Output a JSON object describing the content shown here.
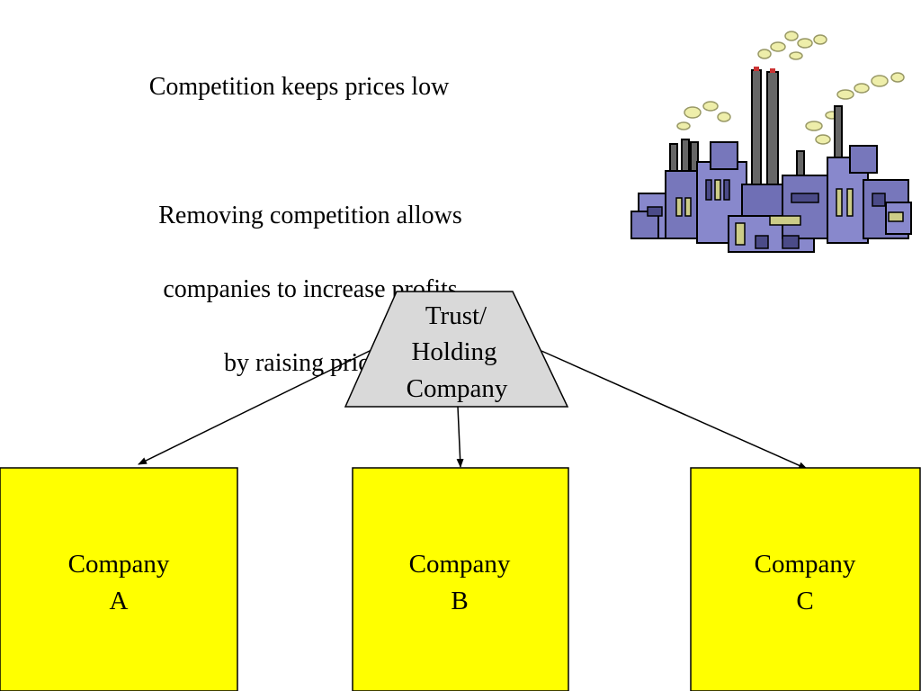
{
  "headline": "Competition keeps prices low",
  "explanation": {
    "line1": "Removing competition allows",
    "line2": "companies to increase profits",
    "line3": "by raising prices."
  },
  "colors": {
    "trust_fill": "#d9d9d9",
    "company_fill": "#ffff00",
    "stroke": "#000000",
    "factory_body": "#7777bb",
    "factory_dark": "#4b4b88",
    "smoke": "#eeeeaa",
    "chimney": "#666666"
  },
  "illustration": {
    "icon": "factory-icon"
  },
  "trust": {
    "line1": "Trust/",
    "line2": "Holding",
    "line3": "Company"
  },
  "companies": [
    {
      "line1": "Company",
      "line2": "A"
    },
    {
      "line1": "Company",
      "line2": "B"
    },
    {
      "line1": "Company",
      "line2": "C"
    }
  ]
}
